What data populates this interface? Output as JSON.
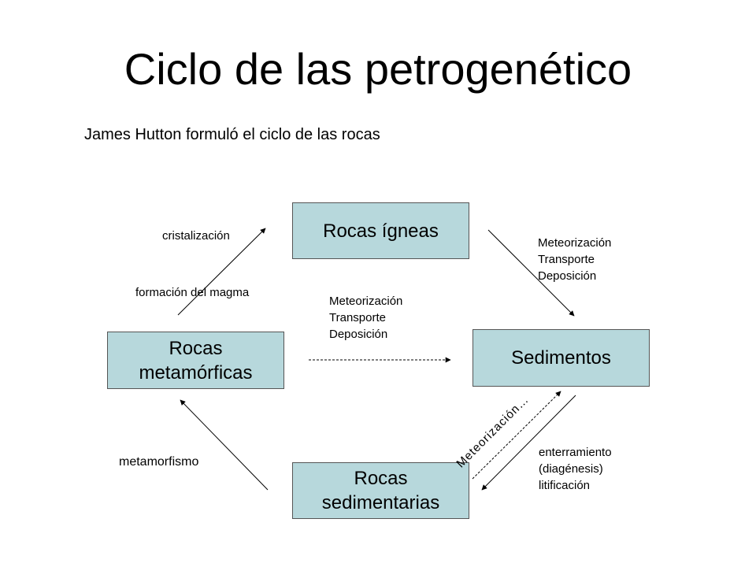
{
  "title": "Ciclo de las petrogenético",
  "subtitle": "James Hutton formuló el ciclo de las rocas",
  "nodes": {
    "igneas": "Rocas ígneas",
    "sedimentos": "Sedimentos",
    "sedimentarias": "Rocas\nsedimentarias",
    "metamorficas": "Rocas\nmetamórficas"
  },
  "labels": {
    "cristalizacion": "cristalización",
    "formacion_magma": "formación del magma",
    "meteorizacion_top_right": "Meteorización\nTransporte\nDeposición",
    "meteorizacion_center": "Meteorización\nTransporte\nDeposición",
    "enterramiento": "enterramiento\n(diagénesis)\nlitificación",
    "metamorfismo": "metamorfismo",
    "meteorizacion_diagonal": "Meteorización…"
  },
  "colors": {
    "box_fill": "#b7d8dc",
    "box_border": "#555555",
    "arrow": "#000000"
  }
}
